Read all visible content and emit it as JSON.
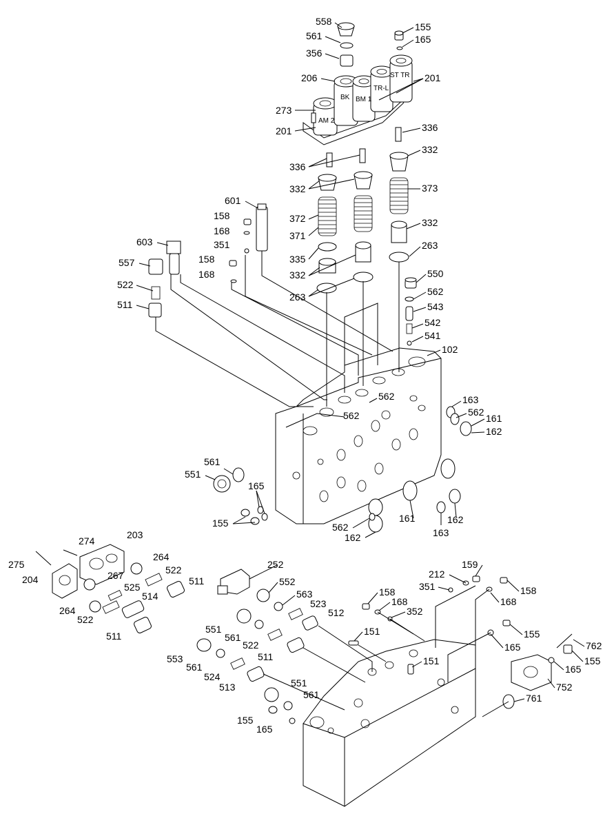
{
  "diagram": {
    "solenoid_labels": [
      "AM 2",
      "BK",
      "BM 1",
      "TR-L",
      "ST TR"
    ],
    "callouts": [
      {
        "id": "c558",
        "text": "558"
      },
      {
        "id": "c561a",
        "text": "561"
      },
      {
        "id": "c356",
        "text": "356"
      },
      {
        "id": "c206",
        "text": "206"
      },
      {
        "id": "c273",
        "text": "273"
      },
      {
        "id": "c201a",
        "text": "201"
      },
      {
        "id": "c155a",
        "text": "155"
      },
      {
        "id": "c165a",
        "text": "165"
      },
      {
        "id": "c201b",
        "text": "201"
      },
      {
        "id": "c336a",
        "text": "336"
      },
      {
        "id": "c336b",
        "text": "336"
      },
      {
        "id": "c332a",
        "text": "332"
      },
      {
        "id": "c332b",
        "text": "332"
      },
      {
        "id": "c373",
        "text": "373"
      },
      {
        "id": "c601",
        "text": "601"
      },
      {
        "id": "c158a",
        "text": "158"
      },
      {
        "id": "c168a",
        "text": "168"
      },
      {
        "id": "c372",
        "text": "372"
      },
      {
        "id": "c371",
        "text": "371"
      },
      {
        "id": "c332c",
        "text": "332"
      },
      {
        "id": "c351a",
        "text": "351"
      },
      {
        "id": "c603",
        "text": "603"
      },
      {
        "id": "c335",
        "text": "335"
      },
      {
        "id": "c263a",
        "text": "263"
      },
      {
        "id": "c158b",
        "text": "158"
      },
      {
        "id": "c557",
        "text": "557"
      },
      {
        "id": "c332d",
        "text": "332"
      },
      {
        "id": "c168b",
        "text": "168"
      },
      {
        "id": "c550",
        "text": "550"
      },
      {
        "id": "c522a",
        "text": "522"
      },
      {
        "id": "c263b",
        "text": "263"
      },
      {
        "id": "c562a",
        "text": "562"
      },
      {
        "id": "c511a",
        "text": "511"
      },
      {
        "id": "c543",
        "text": "543"
      },
      {
        "id": "c542",
        "text": "542"
      },
      {
        "id": "c541",
        "text": "541"
      },
      {
        "id": "c102",
        "text": "102"
      },
      {
        "id": "c562b",
        "text": "562"
      },
      {
        "id": "c163a",
        "text": "163"
      },
      {
        "id": "c562c",
        "text": "562"
      },
      {
        "id": "c562d",
        "text": "562"
      },
      {
        "id": "c161a",
        "text": "161"
      },
      {
        "id": "c162a",
        "text": "162"
      },
      {
        "id": "c561b",
        "text": "561"
      },
      {
        "id": "c551a",
        "text": "551"
      },
      {
        "id": "c165b",
        "text": "165"
      },
      {
        "id": "c155b",
        "text": "155"
      },
      {
        "id": "c562e",
        "text": "562"
      },
      {
        "id": "c161b",
        "text": "161"
      },
      {
        "id": "c162b",
        "text": "162"
      },
      {
        "id": "c162c",
        "text": "162"
      },
      {
        "id": "c163b",
        "text": "163"
      },
      {
        "id": "c274",
        "text": "274"
      },
      {
        "id": "c203",
        "text": "203"
      },
      {
        "id": "c275",
        "text": "275"
      },
      {
        "id": "c264a",
        "text": "264"
      },
      {
        "id": "c204",
        "text": "204"
      },
      {
        "id": "c522b",
        "text": "522"
      },
      {
        "id": "c267",
        "text": "267"
      },
      {
        "id": "c511b",
        "text": "511"
      },
      {
        "id": "c525",
        "text": "525"
      },
      {
        "id": "c514",
        "text": "514"
      },
      {
        "id": "c264b",
        "text": "264"
      },
      {
        "id": "c522c",
        "text": "522"
      },
      {
        "id": "c511c",
        "text": "511"
      },
      {
        "id": "c252",
        "text": "252"
      },
      {
        "id": "c159",
        "text": "159"
      },
      {
        "id": "c212",
        "text": "212"
      },
      {
        "id": "c351b",
        "text": "351"
      },
      {
        "id": "c158c",
        "text": "158"
      },
      {
        "id": "c552",
        "text": "552"
      },
      {
        "id": "c563",
        "text": "563"
      },
      {
        "id": "c158d",
        "text": "158"
      },
      {
        "id": "c168c",
        "text": "168"
      },
      {
        "id": "c168d",
        "text": "168"
      },
      {
        "id": "c523",
        "text": "523"
      },
      {
        "id": "c352",
        "text": "352"
      },
      {
        "id": "c512",
        "text": "512"
      },
      {
        "id": "c155c",
        "text": "155"
      },
      {
        "id": "c551b",
        "text": "551"
      },
      {
        "id": "c151a",
        "text": "151"
      },
      {
        "id": "c561c",
        "text": "561"
      },
      {
        "id": "c165c",
        "text": "165"
      },
      {
        "id": "c762",
        "text": "762"
      },
      {
        "id": "c522d",
        "text": "522"
      },
      {
        "id": "c511d",
        "text": "511"
      },
      {
        "id": "c553",
        "text": "553"
      },
      {
        "id": "c151b",
        "text": "151"
      },
      {
        "id": "c155d",
        "text": "155"
      },
      {
        "id": "c165d",
        "text": "165"
      },
      {
        "id": "c561d",
        "text": "561"
      },
      {
        "id": "c524",
        "text": "524"
      },
      {
        "id": "c752",
        "text": "752"
      },
      {
        "id": "c513",
        "text": "513"
      },
      {
        "id": "c551c",
        "text": "551"
      },
      {
        "id": "c561e",
        "text": "561"
      },
      {
        "id": "c761",
        "text": "761"
      },
      {
        "id": "c155e",
        "text": "155"
      },
      {
        "id": "c165e",
        "text": "165"
      }
    ]
  }
}
